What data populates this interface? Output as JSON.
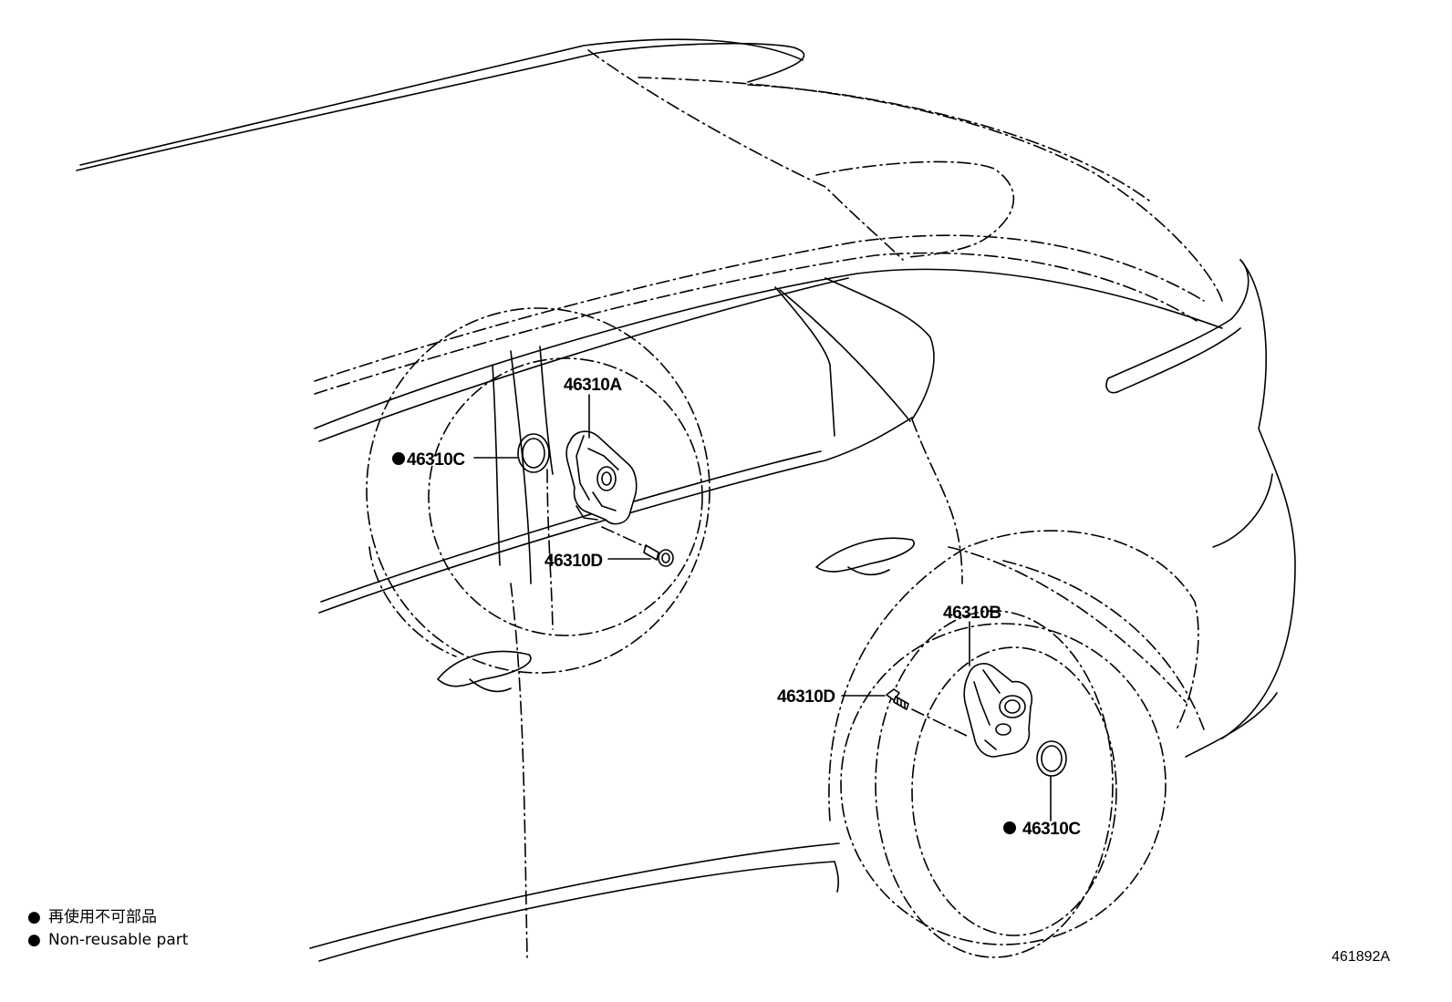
{
  "parts": {
    "sensor_front": "46310A",
    "sensor_rear": "46310B",
    "seal_front": "46310C",
    "seal_rear": "46310C",
    "bolt_front": "46310D",
    "bolt_rear": "46310D"
  },
  "legend": {
    "marker": "●",
    "line_ja": "再使用不可部品",
    "line_en": "Non-reusable part"
  },
  "diagram_id": "461892A"
}
